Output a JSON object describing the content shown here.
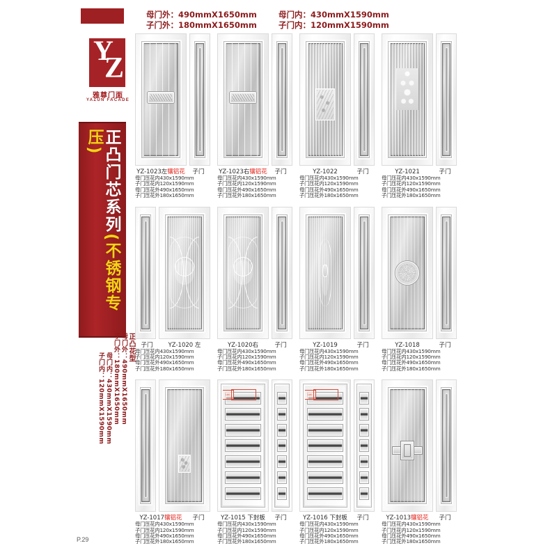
{
  "brand": {
    "mark_letters": {
      "y": "Y",
      "z": "Z"
    },
    "name_cn": "雅尊门面",
    "name_en": "YAZUN FACADE"
  },
  "banner": {
    "text_main": "正凸门芯系列",
    "text_highlight": "(不锈钢专压)"
  },
  "side_spec": {
    "title": "正凸花型",
    "lines": [
      "母门外：490mmX1650mm",
      "子门外：180mmX1650mm",
      "母门内：430mmX1590mm",
      "子门内：120mmX1590mm"
    ]
  },
  "header": {
    "row1_left": "母门外：490mmX1650mm",
    "row1_right": "母门内：430mmX1590mm",
    "row2_left": "子门外：180mmX1650mm",
    "row2_right": "子门内：120mmX1590mm"
  },
  "spec_lines": {
    "l1": "母门压花内430x1590mm",
    "l2": "子门压花内120x1590mm",
    "l3": "母门压花外490x1650mm",
    "l4": "子门压花外180x1650mm"
  },
  "sub_door_label": "子门",
  "page_number": "P.29",
  "colors": {
    "brand_red": "#a52326",
    "banner_red": "#ad2427",
    "accent_yellow": "#f5d316",
    "caption_red": "#e2231a",
    "spec_red": "#8d1b1d"
  },
  "rows": [
    {
      "groups": [
        {
          "model": "YZ-1023左",
          "suffix": "镶铝花",
          "sub": "子门"
        },
        {
          "model": "YZ-1023右",
          "suffix": "镶铝花",
          "sub": "子门"
        },
        {
          "model": "YZ-1022",
          "suffix": "",
          "sub": "子门"
        },
        {
          "model": "YZ-1021",
          "suffix": "",
          "sub": "子门"
        }
      ]
    },
    {
      "groups": [
        {
          "model": "YZ-1020 左",
          "suffix": "",
          "sub": "子门"
        },
        {
          "model": "YZ-1020右",
          "suffix": "",
          "sub": "子门"
        },
        {
          "model": "YZ-1019",
          "suffix": "",
          "sub": "子门"
        },
        {
          "model": "YZ-1018",
          "suffix": "",
          "sub": "子门"
        }
      ]
    },
    {
      "groups": [
        {
          "model": "YZ-1017",
          "suffix": "镶铝花",
          "sub": "子门"
        },
        {
          "model": "YZ-1015 下封板",
          "suffix": "",
          "sub": "子门"
        },
        {
          "model": "YZ-1016 下封板",
          "suffix": "",
          "sub": "子门"
        },
        {
          "model": "YZ-1013",
          "suffix": "镶铝花",
          "sub": "子门"
        }
      ]
    }
  ],
  "annotations": {
    "mark_label": "180"
  }
}
